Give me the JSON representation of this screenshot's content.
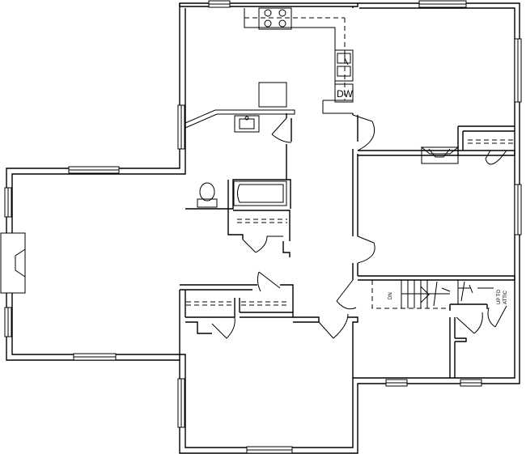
{
  "labels": {
    "dishwasher": "DW",
    "stair_down": "DN",
    "attic_line1": "UP TO",
    "attic_line2": "ATTIC"
  },
  "colors": {
    "line": "#000000",
    "background": "#ffffff"
  }
}
